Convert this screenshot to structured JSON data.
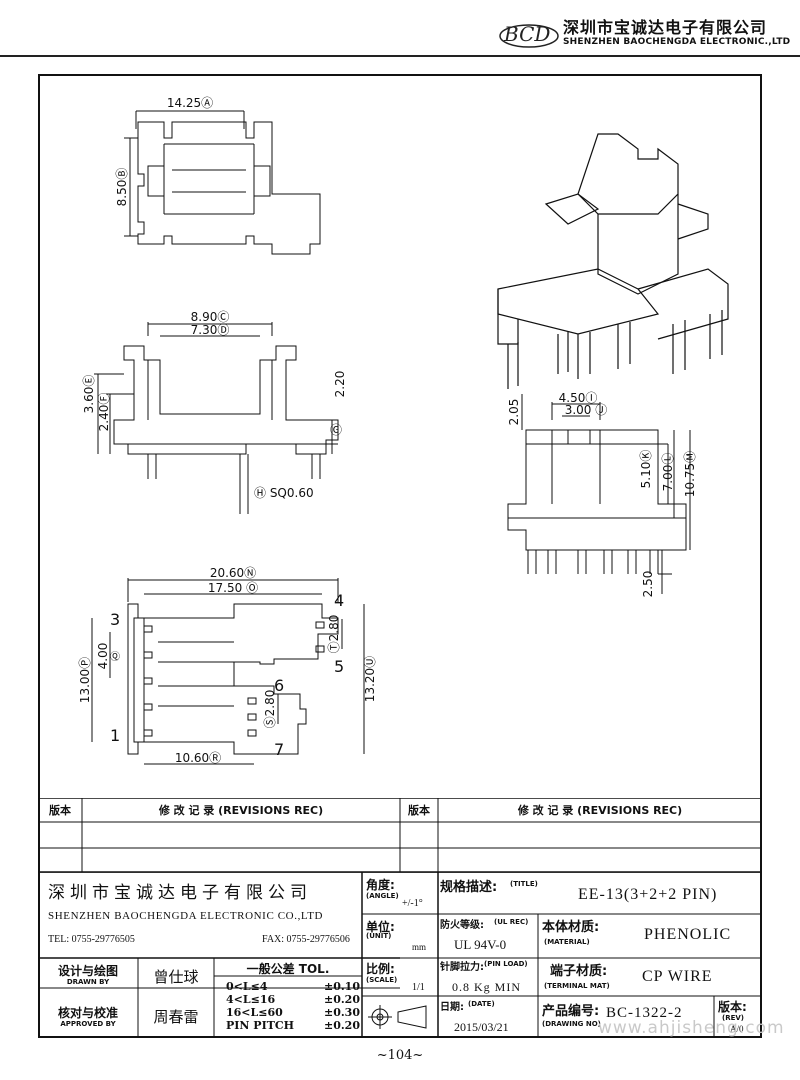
{
  "header": {
    "company_cn": "深圳市宝诚达电子有限公司",
    "company_en": "SHENZHEN BAOCHENGDA ELECTRONIC.,LTD",
    "logo_text": "BCD"
  },
  "dims": {
    "top_width": "14.25Ⓐ",
    "top_height": "8.50Ⓑ",
    "front_w1": "8.90Ⓒ",
    "front_w2": "7.30Ⓓ",
    "front_h1": "3.60Ⓔ",
    "front_h2": "2.40Ⓕ",
    "front_h3": "2.20",
    "front_g": "Ⓖ",
    "pin_sq": "Ⓗ SQ0.60",
    "side_top": "2.05",
    "side_w1": "4.50Ⓘ",
    "side_w2": "3.00 Ⓙ",
    "side_h1": "5.10Ⓚ",
    "side_h2": "7.00Ⓛ",
    "side_h3": "10.75Ⓜ",
    "side_pin": "2.50",
    "bottom_w1": "20.60Ⓝ",
    "bottom_w2": "17.50 Ⓞ",
    "bottom_h1": "13.00Ⓟ",
    "bottom_h2": "4.00",
    "bottom_q": "Ⓠ",
    "bottom_h3": "13.20Ⓤ",
    "bottom_t": "Ⓣ2.80",
    "bottom_s": "Ⓢ2.80",
    "bottom_w3": "10.60Ⓡ",
    "pin1": "1",
    "pin3": "3",
    "pin4": "4",
    "pin5": "5",
    "pin6": "6",
    "pin7": "7"
  },
  "revisions": {
    "col_label": "版本",
    "col_title": "修 改 记 录 (REVISIONS REC)"
  },
  "titleblock": {
    "company_cn": "深圳市宝诚达电子有限公司",
    "company_en": "SHENZHEN BAOCHENGDA ELECTRONIC CO.,LTD",
    "tel": "TEL: 0755-29776505",
    "fax": "FAX: 0755-29776506",
    "angle_cn": "角度:",
    "angle_en": "(ANGLE)",
    "angle_val": "+/-1°",
    "unit_cn": "单位:",
    "unit_en": "(UNIT)",
    "unit_val": "mm",
    "scale_cn": "比例:",
    "scale_en": "(SCALE)",
    "scale_val": "1/1",
    "title_cn": "规格描述:",
    "title_en": "(TITLE)",
    "title_val": "EE-13(3+2+2 PIN)",
    "ul_cn": "防火等级:",
    "ul_en": "(UL REC)",
    "ul_val": "UL 94V-0",
    "material_cn": "本体材质:",
    "material_en": "(MATERIAL)",
    "material_val": "PHENOLIC",
    "pinload_cn": "针脚拉力:",
    "pinload_en": "(PIN LOAD)",
    "pinload_val": "0.8 Kg MIN",
    "terminal_cn": "端子材质:",
    "terminal_en": "(TERMINAL MAT)",
    "terminal_val": "CP WIRE",
    "date_cn": "日期:",
    "date_en": "(DATE)",
    "date_val": "2015/03/21",
    "drawno_cn": "产品编号:",
    "drawno_en": "(DRAWING NO)",
    "drawno_val": "BC-1322-2",
    "rev_cn": "版本:",
    "rev_en": "(REV)",
    "rev_val": "A/0",
    "drawn_cn": "设计与绘图",
    "drawn_en": "DRAWN BY",
    "drawn_val": "曾仕球",
    "approved_cn": "核对与校准",
    "approved_en": "APPROVED BY",
    "approved_val": "周春雷",
    "tol_title": "一般公差 TOL.",
    "tol_rows": [
      [
        "0<L≤4",
        "±0.10"
      ],
      [
        "4<L≤16",
        "±0.20"
      ],
      [
        "16<L≤60",
        "±0.30"
      ],
      [
        "PIN PITCH",
        "±0.20"
      ]
    ]
  },
  "footer": {
    "page": "~104~"
  },
  "watermark": "www.ahjisheng.com"
}
